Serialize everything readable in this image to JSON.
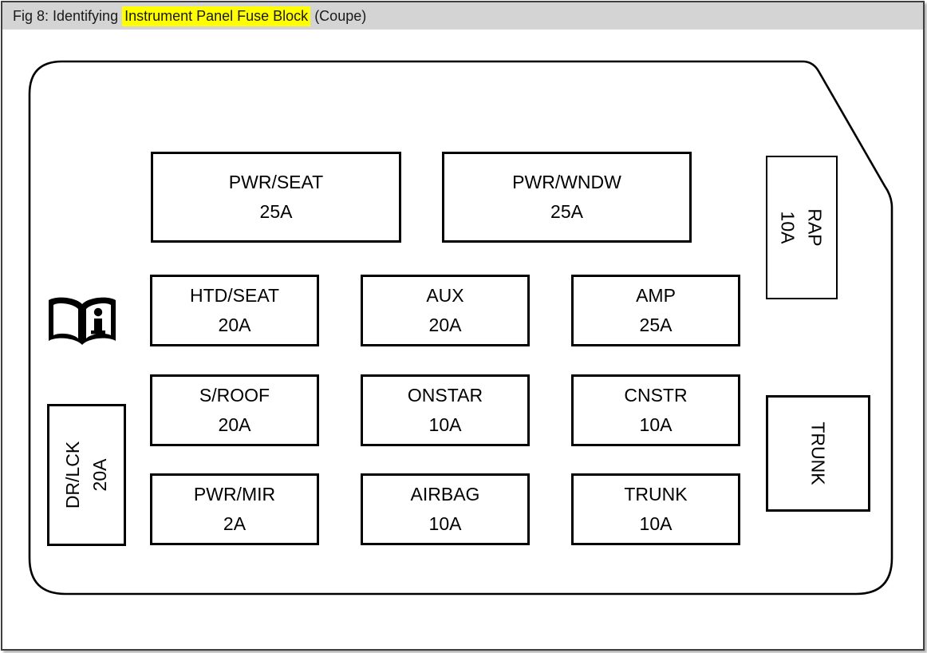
{
  "header": {
    "text_prefix": "Fig 8: Identifying ",
    "text_highlight": "Instrument Panel Fuse Block",
    "text_suffix": " (Coupe)",
    "colors": {
      "bar": "#d4d4d4",
      "highlight": "#ffff00",
      "text": "#1a1a1a"
    }
  },
  "diagram": {
    "outline_color": "#000000",
    "icons": {
      "owners_manual": "open-book-with-info-i"
    },
    "fuses": {
      "pwr_seat": {
        "label": "PWR/SEAT",
        "amps": "25A"
      },
      "pwr_wndw": {
        "label": "PWR/WNDW",
        "amps": "25A"
      },
      "rap": {
        "label": "RAP",
        "amps": "10A"
      },
      "htd_seat": {
        "label": "HTD/SEAT",
        "amps": "20A"
      },
      "aux": {
        "label": "AUX",
        "amps": "20A"
      },
      "amp": {
        "label": "AMP",
        "amps": "25A"
      },
      "s_roof": {
        "label": "S/ROOF",
        "amps": "20A"
      },
      "onstar": {
        "label": "ONSTAR",
        "amps": "10A"
      },
      "cnstr": {
        "label": "CNSTR",
        "amps": "10A"
      },
      "pwr_mir": {
        "label": "PWR/MIR",
        "amps": "2A"
      },
      "airbag": {
        "label": "AIRBAG",
        "amps": "10A"
      },
      "trunk": {
        "label": "TRUNK",
        "amps": "10A"
      },
      "dr_lck": {
        "label": "DR/LCK",
        "amps": "20A"
      },
      "trunk_side": {
        "label": "TRUNK"
      }
    }
  }
}
